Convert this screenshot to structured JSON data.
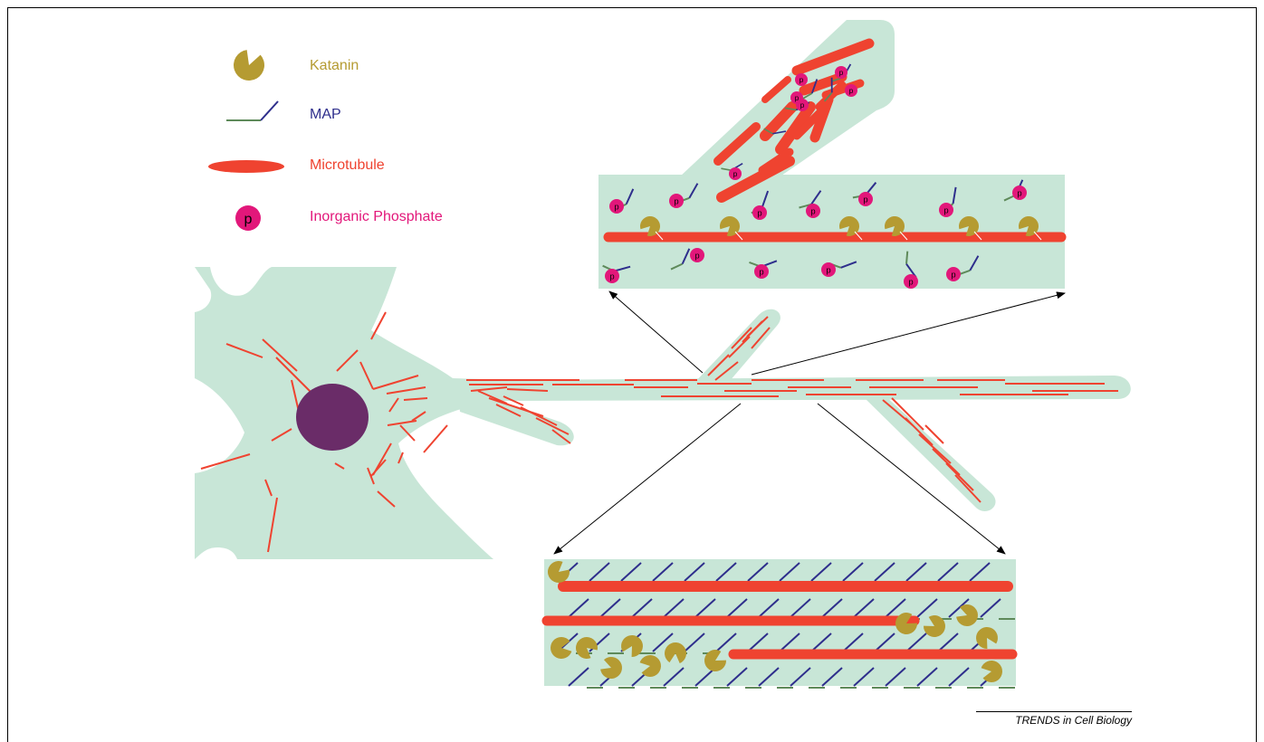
{
  "legend": {
    "items": [
      {
        "id": "katanin",
        "label": "Katanin",
        "color": "#B59B32",
        "icon": "pacman-icon"
      },
      {
        "id": "map",
        "label": "MAP",
        "color": "#2E2E8C",
        "icon": "bent-line-icon"
      },
      {
        "id": "microtubule",
        "label": "Microtubule",
        "color": "#EF4330",
        "icon": "rod-icon"
      },
      {
        "id": "phosphate",
        "label": "Inorganic Phosphate",
        "color": "#E2177A",
        "icon": "p-circle-icon",
        "symbol": "p"
      }
    ]
  },
  "colors": {
    "cytoplasm": "#C8E6D7",
    "nucleus": "#6A2C68",
    "katanin": "#B59B32",
    "map_blue": "#2E2E8C",
    "map_green": "#5E8A5A",
    "microtubule": "#EF4330",
    "phosphate": "#E2177A",
    "arrow": "#000000"
  },
  "credit": "TRENDS in Cell Biology"
}
